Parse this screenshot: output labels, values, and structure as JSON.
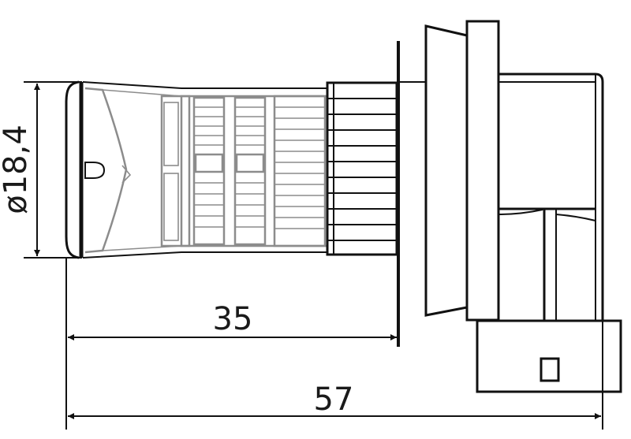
{
  "drawing": {
    "diameter_label": "ø18,4",
    "length_label_short": "35",
    "length_label_total": "57",
    "line_color": "#111111",
    "led_color": "#8c8c8c"
  }
}
